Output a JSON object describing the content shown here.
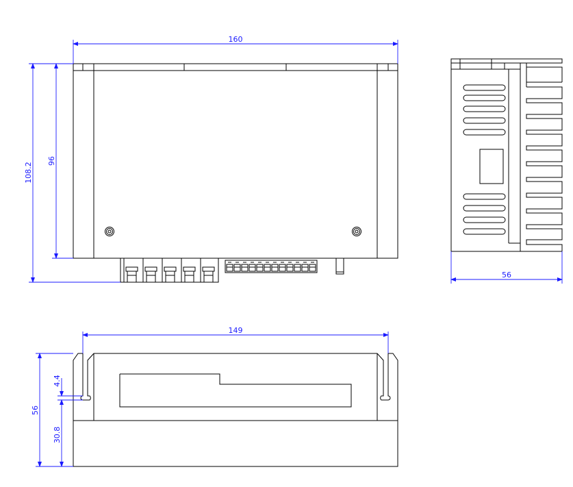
{
  "dimensions": {
    "top_width": "160",
    "top_total_height": "108.2",
    "top_body_height": "96",
    "side_depth": "56",
    "front_width": "149",
    "front_height": "56",
    "front_slot_offset": "4.4",
    "front_lower_height": "30.8"
  },
  "colors": {
    "outline": "#000000",
    "dimension": "#1a1aff",
    "background": "#ffffff"
  }
}
